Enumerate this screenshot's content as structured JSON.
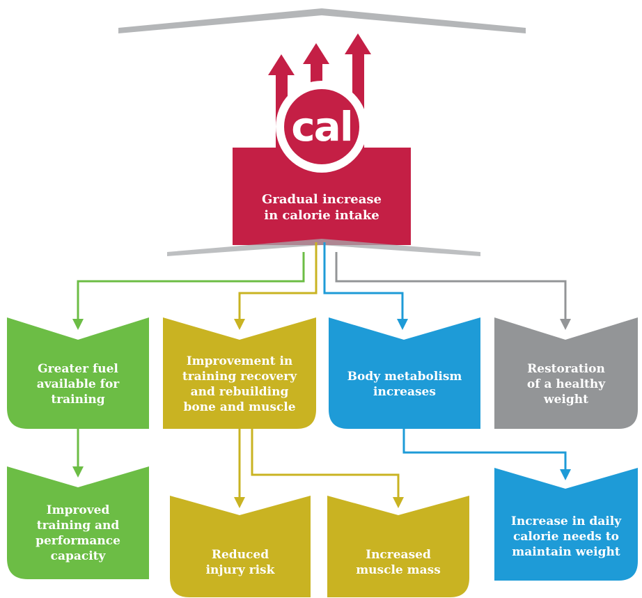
{
  "top": {
    "icon_label": "cal",
    "title": "Gradual increase\nin calorie intake"
  },
  "boxes": [
    {
      "label": "Greater fuel\navailable for\ntraining",
      "color": "#6cbd45"
    },
    {
      "label": "Improvement in\ntraining recovery\nand rebuilding\nbone and muscle",
      "color": "#c9b322"
    },
    {
      "label": "Body metabolism\nincreases",
      "color": "#1e9bd7"
    },
    {
      "label": "Restoration\nof a healthy\nweight",
      "color": "#939597"
    },
    {
      "label": "Improved\ntraining and\nperformance\ncapacity",
      "color": "#6cbd45"
    },
    {
      "label": "Reduced\ninjury risk",
      "color": "#c9b322"
    },
    {
      "label": "Increased\nmuscle mass",
      "color": "#c9b322"
    },
    {
      "label": "Increase in daily\ncalorie needs to\nmaintain weight",
      "color": "#1e9bd7"
    }
  ],
  "colors": {
    "top_box": "#c41f45",
    "green": "#6cbd45",
    "gold": "#c9b322",
    "blue": "#1e9bd7",
    "gray": "#939597"
  },
  "icons": [
    "calorie-icon",
    "up-arrow-icon"
  ]
}
